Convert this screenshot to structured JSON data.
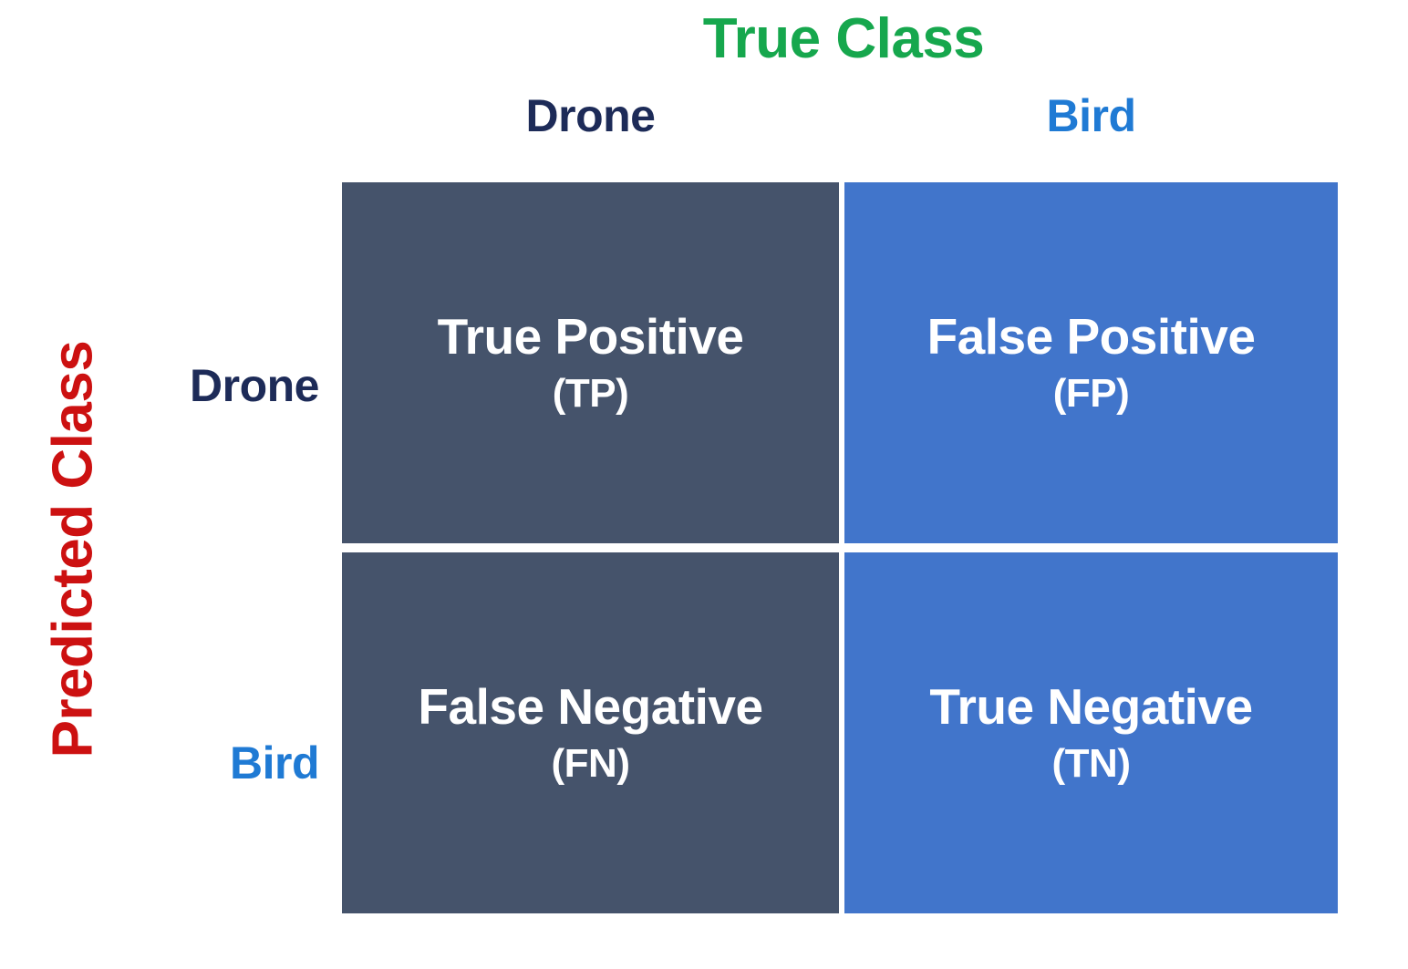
{
  "figure": {
    "type": "confusion-matrix",
    "background_color": "#ffffff"
  },
  "axes": {
    "top": {
      "title": "True Class",
      "title_color": "#16a74d",
      "headers": [
        {
          "label": "Drone",
          "color": "#1d2b58"
        },
        {
          "label": "Bird",
          "color": "#1f7ad4"
        }
      ]
    },
    "left": {
      "title": "Predicted Class",
      "title_color": "#cc1111",
      "headers": [
        {
          "label": "Drone",
          "color": "#1d2b58"
        },
        {
          "label": "Bird",
          "color": "#1f7ad4"
        }
      ]
    }
  },
  "chart_data": {
    "type": "table",
    "title": "",
    "xlabel": "True Class",
    "ylabel": "Predicted Class",
    "categories": [
      "Drone",
      "Bird"
    ],
    "row_categories": [
      "Drone",
      "Bird"
    ],
    "column_categories": [
      "Drone",
      "Bird"
    ],
    "cells": [
      {
        "id": "tp",
        "row": "Drone",
        "column": "Drone",
        "label": "True Positive",
        "abbr": "(TP)",
        "fill": "#45536b",
        "text_color": "#ffffff"
      },
      {
        "id": "fp",
        "row": "Drone",
        "column": "Bird",
        "label": "False Positive",
        "abbr": "(FP)",
        "fill": "#4175cb",
        "text_color": "#ffffff"
      },
      {
        "id": "fn",
        "row": "Bird",
        "column": "Drone",
        "label": "False Negative",
        "abbr": "(FN)",
        "fill": "#45536b",
        "text_color": "#ffffff"
      },
      {
        "id": "tn",
        "row": "Bird",
        "column": "Bird",
        "label": "True Negative",
        "abbr": "(TN)",
        "fill": "#4175cb",
        "text_color": "#ffffff"
      }
    ]
  },
  "colors": {
    "dark_cell": "#45536b",
    "blue_cell": "#4175cb",
    "true_class_green": "#16a74d",
    "predicted_class_red": "#cc1111",
    "drone_navy": "#1d2b58",
    "bird_blue": "#1f7ad4",
    "cell_text": "#ffffff",
    "gutter": "#ffffff"
  }
}
